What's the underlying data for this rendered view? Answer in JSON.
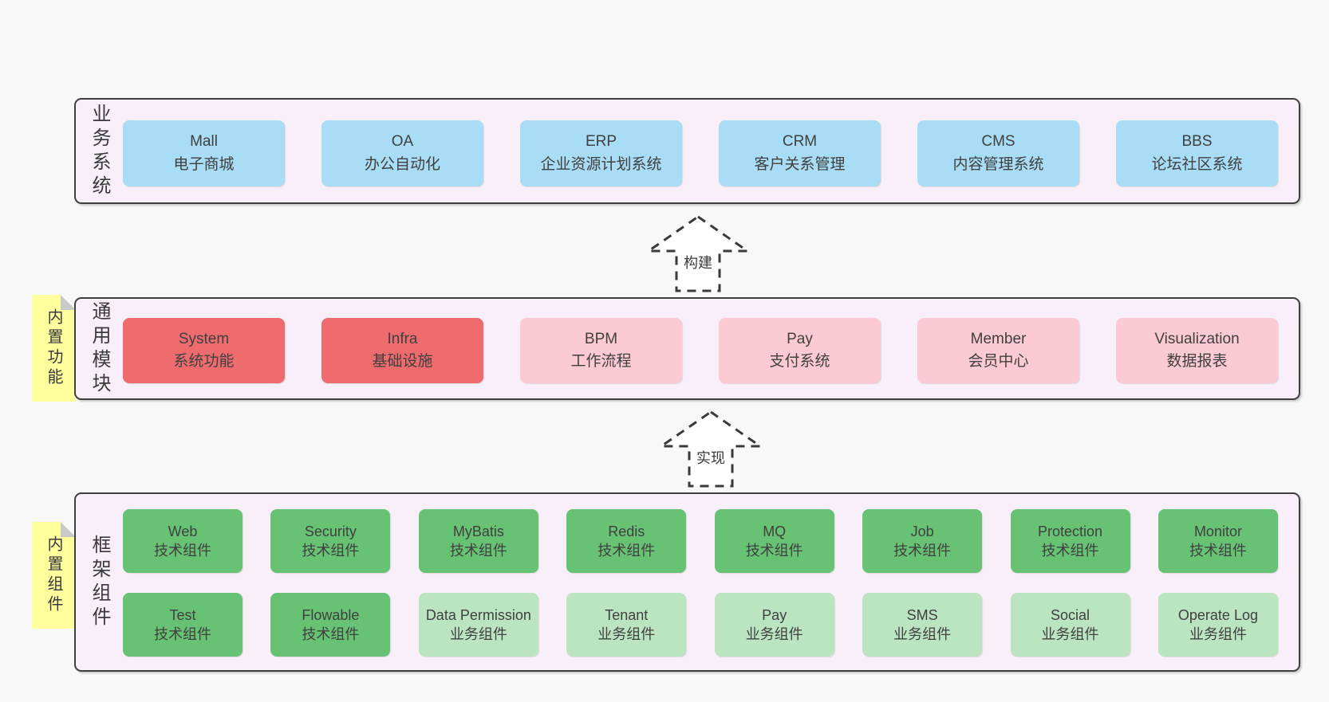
{
  "colors": {
    "page_bg": "#f8f8f8",
    "container_bg": "#f9eff8",
    "container_border": "#3f3f3f",
    "blue": "#a9dcf5",
    "red": "#ee6b6e",
    "pink": "#fbcad4",
    "green": "#67c274",
    "light_green": "#bbe5c0",
    "sticky_yellow": "#ffff9e",
    "sticky_fold": "#c9c9c9",
    "text": "#404040"
  },
  "arrows": [
    {
      "label": "构建"
    },
    {
      "label": "实现"
    }
  ],
  "layers": [
    {
      "id": "business-systems",
      "label": "业务系统",
      "boxes": [
        {
          "title": "Mall",
          "subtitle": "电子商城"
        },
        {
          "title": "OA",
          "subtitle": "办公自动化"
        },
        {
          "title": "ERP",
          "subtitle": "企业资源计划系统"
        },
        {
          "title": "CRM",
          "subtitle": "客户关系管理"
        },
        {
          "title": "CMS",
          "subtitle": "内容管理系统"
        },
        {
          "title": "BBS",
          "subtitle": "论坛社区系统"
        }
      ]
    },
    {
      "id": "common-modules",
      "label": "通用模块",
      "sticky": "内置功能",
      "boxes": [
        {
          "title": "System",
          "subtitle": "系统功能"
        },
        {
          "title": "Infra",
          "subtitle": "基础设施"
        },
        {
          "title": "BPM",
          "subtitle": "工作流程"
        },
        {
          "title": "Pay",
          "subtitle": "支付系统"
        },
        {
          "title": "Member",
          "subtitle": "会员中心"
        },
        {
          "title": "Visualization",
          "subtitle": "数据报表"
        }
      ]
    },
    {
      "id": "framework-components",
      "label": "框架组件",
      "sticky": "内置组件",
      "rows": [
        [
          {
            "title": "Web",
            "subtitle": "技术组件"
          },
          {
            "title": "Security",
            "subtitle": "技术组件"
          },
          {
            "title": "MyBatis",
            "subtitle": "技术组件"
          },
          {
            "title": "Redis",
            "subtitle": "技术组件"
          },
          {
            "title": "MQ",
            "subtitle": "技术组件"
          },
          {
            "title": "Job",
            "subtitle": "技术组件"
          },
          {
            "title": "Protection",
            "subtitle": "技术组件"
          },
          {
            "title": "Monitor",
            "subtitle": "技术组件"
          }
        ],
        [
          {
            "title": "Test",
            "subtitle": "技术组件"
          },
          {
            "title": "Flowable",
            "subtitle": "技术组件"
          },
          {
            "title": "Data Permission",
            "subtitle": "业务组件"
          },
          {
            "title": "Tenant",
            "subtitle": "业务组件"
          },
          {
            "title": "Pay",
            "subtitle": "业务组件"
          },
          {
            "title": "SMS",
            "subtitle": "业务组件"
          },
          {
            "title": "Social",
            "subtitle": "业务组件"
          },
          {
            "title": "Operate Log",
            "subtitle": "业务组件"
          }
        ]
      ]
    }
  ]
}
